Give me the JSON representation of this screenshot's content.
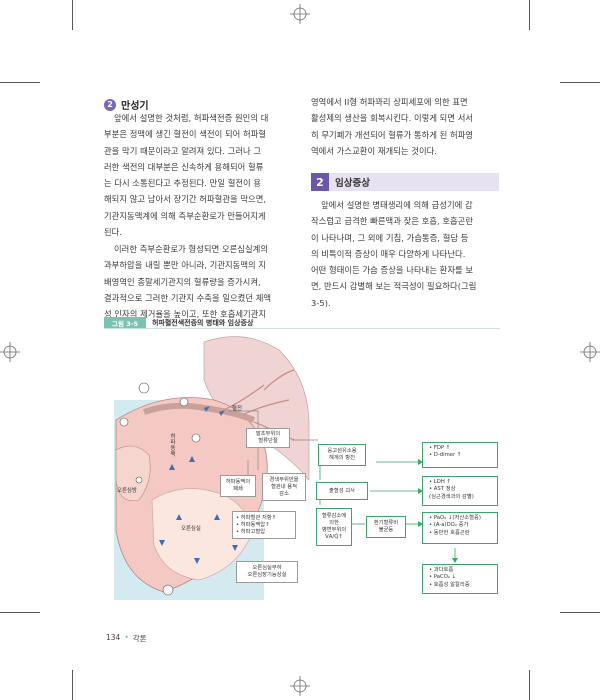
{
  "section_chronic": {
    "number": "2",
    "title": "만성기",
    "paragraphs": [
      [
        "앞에서 설명한 것처럼, 허파색전증 원인의 대",
        "부분은 정맥에 생긴 혈전이 색전이 되어 허파혈",
        "관을 막기 때문이라고 알려져 있다. 그러나 그",
        "러한 색전의 대부분은 신속하게 용해되어 혈류",
        "는 다시 소통된다고 추정된다. 만일 혈전이 용",
        "해되지 않고 남아서 장기간 허파혈관을 막으면,",
        "기관지동맥계에 의해 측부순환로가 만들어지게",
        "된다."
      ],
      [
        "이러한 측부순환로가 형성되면 오른심실계의",
        "과부하압을 내릴 뿐만 아니라, 기관지동맥의 지",
        "배영역인 종말세기관지의 혈류량을 증가시켜,",
        "결과적으로 그러한 기관지 수축을 일으켰던 체액",
        "성 인자의 제거율을 높이고, 또한 호흡세기관지"
      ]
    ],
    "continuation": [
      "영역에서 II형 허파꽈리 상피세포에 의한 표면",
      "활성제의 생산을 회복시킨다. 이렇게 되면 서서",
      "히 무기폐가 개선되어 혈류가 통하게 된 허파영",
      "역에서 가스교환이 재개되는 것이다."
    ]
  },
  "section_symptoms": {
    "number": "2",
    "title": "임상증상",
    "lines": [
      "앞에서 설명한 병태생리에 의해 급성기에 갑",
      "작스럽고 급격한 빠른맥과 잦은 호흡, 호흡곤란",
      "이 나타나며, 그 외에 기침, 가슴통증, 혈담 등",
      "의 비특이적 증상이 매우 다양하게 나타난다.",
      "어떤 형태이든 가슴 증상을 나타내는 환자를 보",
      "면, 반드시 감별해 보는 적극성이 필요하다(그림",
      "3-5)."
    ]
  },
  "figure": {
    "tag": "그림 3-5",
    "title": "허파혈전색전증의 병태와 임상증상",
    "labels": {
      "thrombus": "혈전",
      "pulm_artery": [
        "허",
        "파",
        "동",
        "맥"
      ],
      "right_atrium": "오른심방",
      "right_ventricle": "오른심실"
    },
    "boxes": {
      "blood_flow_block": [
        "말초부위의",
        "혈류단절"
      ],
      "lung_infarct": [
        "허파동맥의",
        "폐쇄"
      ],
      "vaso_const": [
        "경색부위만을",
        "혈관내 용적",
        "감소"
      ],
      "rv_effects": [
        "• 허파혈관 저항↑",
        "• 허파동맥압↑",
        "• 허파고혈압"
      ],
      "rv_failure": [
        "오른심실부하",
        "오른심장기능상실"
      ],
      "fibrinolysis": [
        "응고섬유소용",
        "해계의 항진"
      ],
      "hemorrhagic_necrosis": "출혈성 괴사",
      "vq_mismatch": [
        "혈류감소에",
        "의한",
        "병변부위의",
        "V̇A/Q̇↑"
      ],
      "ventilation": [
        "환기혈류비",
        "불균등"
      ],
      "fdp": [
        "• FDP ↑",
        "• D-dimer ↑"
      ],
      "ldh": [
        "• LDH ↑",
        "• AST 정상",
        "  (심근경색과의 감별)"
      ],
      "blood_gas": [
        "• PaO₂ ↓(저산소혈증)",
        "• (A-a)DO₂ 증가",
        "• 동반한 호흡곤란"
      ],
      "hyperventilation": [
        "• 과다호흡",
        "• PaCO₂ ↓",
        "• 호흡성 알칼리증"
      ]
    }
  },
  "footer": {
    "page_number": "134",
    "separator": "•",
    "chapter": "각론"
  }
}
